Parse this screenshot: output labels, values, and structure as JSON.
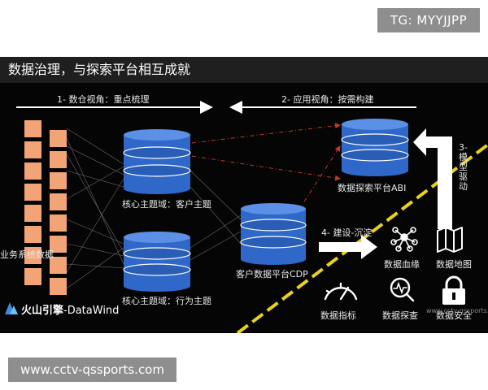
{
  "badges": {
    "telegram": "TG: MYYJJPP",
    "site": "www.cctv-qssports.com"
  },
  "slide": {
    "title": "数据治理，与探索平台相互成就",
    "arrows": {
      "left_label": "1- 数仓视角：重点梳理",
      "right_label": "2- 应用视角：按需构建",
      "build_label": "4- 建设-沉淀",
      "drive_label": "3-模型驱动"
    },
    "stores": {
      "business": "业务系统数据",
      "customer_domain": "核心主题域：客户主题",
      "behavior_domain": "核心主题域：行为主题",
      "cdp": "客户数据平台CDP",
      "abi": "数据探索平台ABI"
    },
    "tools": [
      {
        "icon": "lineage-icon",
        "label": "数据血缘"
      },
      {
        "icon": "map-icon",
        "label": "数据地图"
      },
      {
        "icon": "gauge-icon",
        "label": "数据指标"
      },
      {
        "icon": "probe-icon",
        "label": "数据探查"
      },
      {
        "icon": "lock-icon",
        "label": "数据安全"
      }
    ],
    "logo": {
      "brand": "火山引擎",
      "product": "-DataWind"
    },
    "watermark": "www.cctv-qssports.cn",
    "colors": {
      "cylinder": "#2f68c9",
      "cylinder_top": "#5b90e6",
      "business_block": "#f2a477",
      "accent_line": "#e8d21b",
      "flow_line": "#c0392b"
    }
  }
}
